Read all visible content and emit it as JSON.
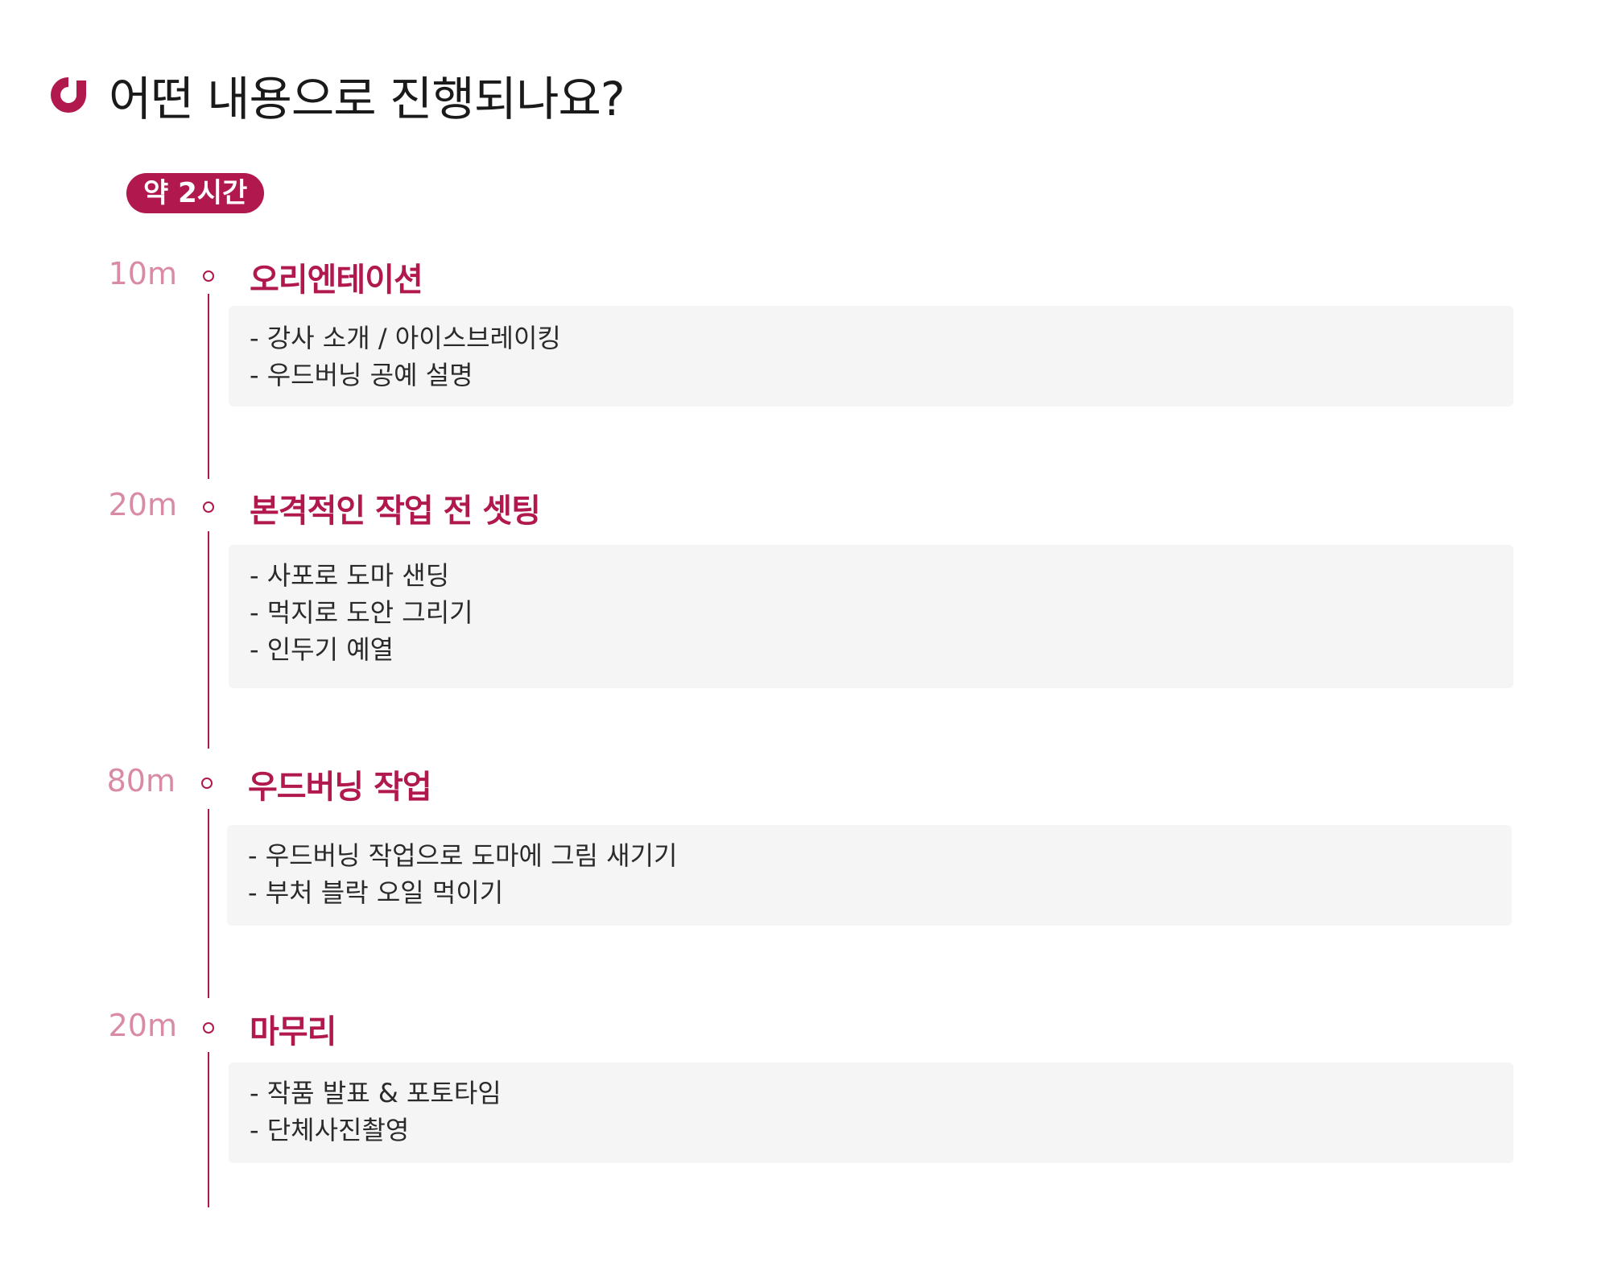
{
  "colors": {
    "accent": "#b0184e",
    "time_label": "#d98aa4",
    "box_background": "#f5f5f5",
    "title_text": "#1a1a1a"
  },
  "header": {
    "icon": "brand-logo-icon",
    "title": "어떤 내용으로 진행되나요?"
  },
  "duration_badge": "약 2시간",
  "steps": [
    {
      "time": "10m",
      "title": "오리엔테이션",
      "items": [
        "- 강사 소개 / 아이스브레이킹",
        "- 우드버닝 공예 설명"
      ]
    },
    {
      "time": "20m",
      "title": "본격적인 작업 전 셋팅",
      "items": [
        "- 사포로 도마 샌딩",
        "- 먹지로 도안 그리기",
        "- 인두기 예열"
      ]
    },
    {
      "time": "80m",
      "title": "우드버닝 작업",
      "items": [
        "- 우드버닝 작업으로 도마에 그림 새기기",
        "- 부처 블락 오일 먹이기"
      ]
    },
    {
      "time": "20m",
      "title": "마무리",
      "items": [
        "- 작품 발표 & 포토타임",
        "- 단체사진촬영"
      ]
    }
  ]
}
